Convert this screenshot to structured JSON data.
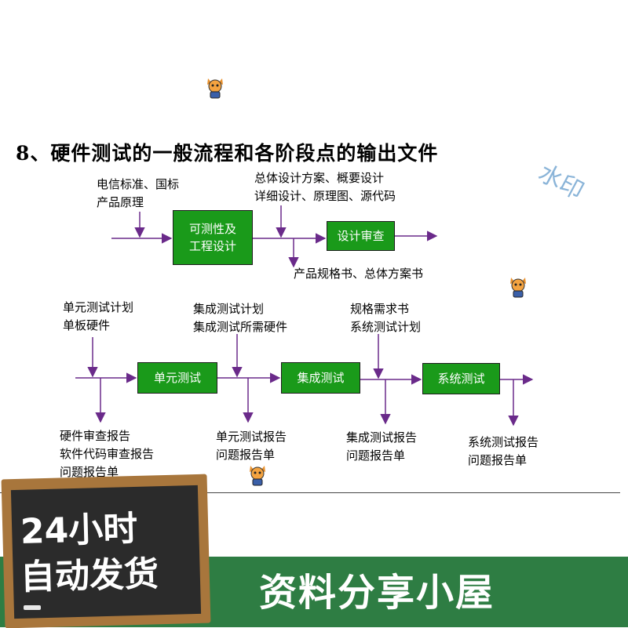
{
  "title": "8、硬件测试的一般流程和各阶段点的输出文件",
  "watermark": "水印",
  "row1": {
    "input_a": [
      "电信标准、国标",
      "产品原理"
    ],
    "box_a": [
      "可测性及",
      "工程设计"
    ],
    "input_b": [
      "总体设计方案、概要设计",
      "详细设计、原理图、源代码"
    ],
    "output_b": "产品规格书、总体方案书",
    "box_b": "设计审查"
  },
  "row2": {
    "inputs": [
      [
        "单元测试计划",
        "单板硬件"
      ],
      [
        "集成测试计划",
        "集成测试所需硬件"
      ],
      [
        "规格需求书",
        "系统测试计划"
      ]
    ],
    "boxes": [
      "单元测试",
      "集成测试",
      "系统测试"
    ],
    "outputs": [
      [
        "硬件审查报告",
        "软件代码审查报告",
        "问题报告单"
      ],
      [
        "单元测试报告",
        "问题报告单"
      ],
      [
        "集成测试报告",
        "问题报告单"
      ],
      [
        "系统测试报告",
        "问题报告单"
      ]
    ]
  },
  "banner": {
    "board_line1": "24小时",
    "board_line2": "自动发货",
    "shop_name": "资料分享小屋"
  },
  "colors": {
    "box_fill": "#1a9a1a",
    "arrow": "#6a2a8a",
    "banner": "#2e7d43",
    "watermark": "#8ab4d8"
  },
  "icons": [
    "mascot-icon",
    "mascot-icon",
    "mascot-icon"
  ]
}
